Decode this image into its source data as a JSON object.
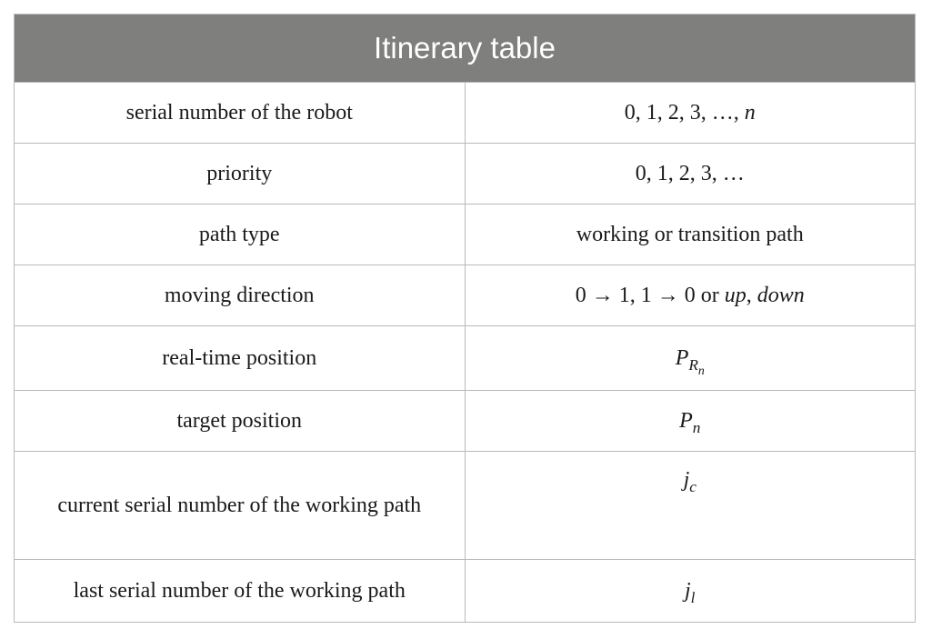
{
  "table": {
    "title": "Itinerary table",
    "rows": [
      {
        "name": "serial number of the robot",
        "value_prefix": "0, 1, 2, 3, …, ",
        "value_var": "n"
      },
      {
        "name": "priority",
        "value": "0, 1, 2, 3, …"
      },
      {
        "name": "path type",
        "value": "working or transition path"
      },
      {
        "name": "moving direction",
        "value_prefix": "0 → 1,  1 → 0 or ",
        "value_up": "up",
        "value_sep": ", ",
        "value_down": "down"
      },
      {
        "name": "real-time position",
        "value_base": "P",
        "value_sub": "R",
        "value_subsub": "n"
      },
      {
        "name": "target position",
        "value_base": "P",
        "value_sub": "n"
      },
      {
        "name": "current serial number of the working path",
        "value_base": "j",
        "value_sub": "c"
      },
      {
        "name": "last serial number of the working path",
        "value_base": "j",
        "value_sub": "l"
      }
    ]
  }
}
